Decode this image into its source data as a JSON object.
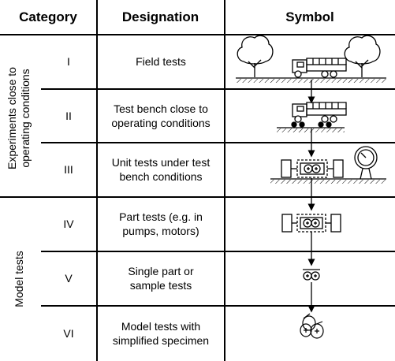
{
  "headers": {
    "category": "Category",
    "designation": "Designation",
    "symbol": "Symbol"
  },
  "groups": [
    {
      "label_line1": "Experiments close to",
      "label_line2": "operating conditions"
    },
    {
      "label": "Model tests"
    }
  ],
  "rows": [
    {
      "category": "I",
      "designation_line1": "Field tests",
      "designation_line2": "",
      "symbol": "trucks-between-trees"
    },
    {
      "category": "II",
      "designation_line1": "Test bench close to",
      "designation_line2": "operating conditions",
      "symbol": "truck-on-rollers"
    },
    {
      "category": "III",
      "designation_line1": "Unit tests under test",
      "designation_line2": "bench conditions",
      "symbol": "unit-bench-with-gauge"
    },
    {
      "category": "IV",
      "designation_line1": "Part tests (e.g. in",
      "designation_line2": "pumps, motors)",
      "symbol": "part-unit"
    },
    {
      "category": "V",
      "designation_line1": "Single part or",
      "designation_line2": "sample tests",
      "symbol": "gear-pair"
    },
    {
      "category": "VI",
      "designation_line1": "Model tests with",
      "designation_line2": "simplified specimen",
      "symbol": "roller-specimen"
    }
  ]
}
